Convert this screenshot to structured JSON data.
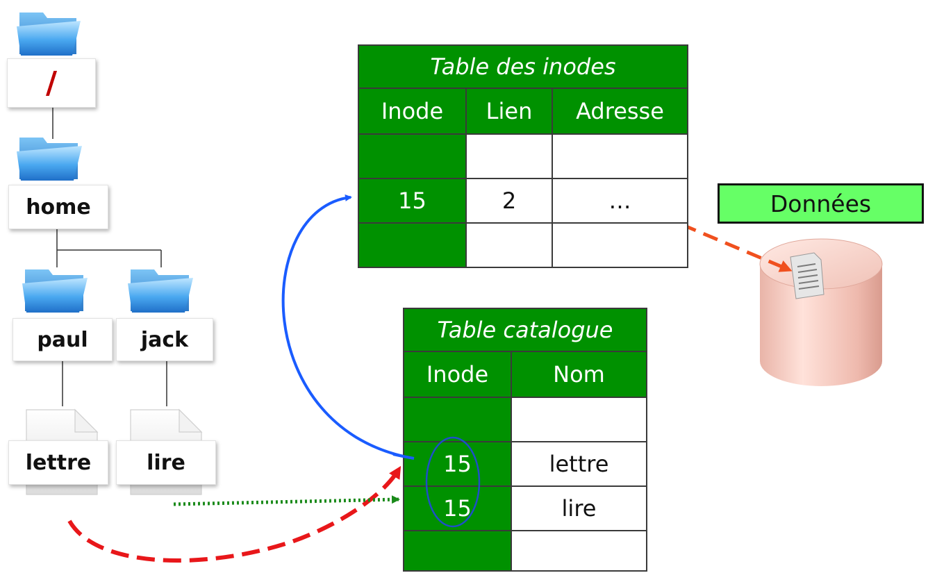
{
  "tree": {
    "root_label": "/",
    "home_label": "home",
    "paul_label": "paul",
    "jack_label": "jack",
    "lettre_label": "lettre",
    "lire_label": "lire"
  },
  "inode_table": {
    "caption": "Table des inodes",
    "headers": [
      "Inode",
      "Lien",
      "Adresse"
    ],
    "rows": [
      [
        "",
        "",
        ""
      ],
      [
        "15",
        "2",
        "…"
      ],
      [
        "",
        "",
        ""
      ]
    ]
  },
  "catalogue_table": {
    "caption": "Table catalogue",
    "headers": [
      "Inode",
      "Nom"
    ],
    "rows": [
      [
        "",
        ""
      ],
      [
        "15",
        "lettre"
      ],
      [
        "15",
        "lire"
      ],
      [
        "",
        ""
      ]
    ]
  },
  "storage": {
    "label": "Données"
  },
  "colors": {
    "table_green": "#009100",
    "donnees_green": "#66ff66",
    "blue_arrow": "#1a5cff",
    "red_arrow": "#e8171a",
    "orange_arrow": "#f0501e",
    "green_arrow": "#1a8a1a",
    "root_red": "#c00000"
  }
}
